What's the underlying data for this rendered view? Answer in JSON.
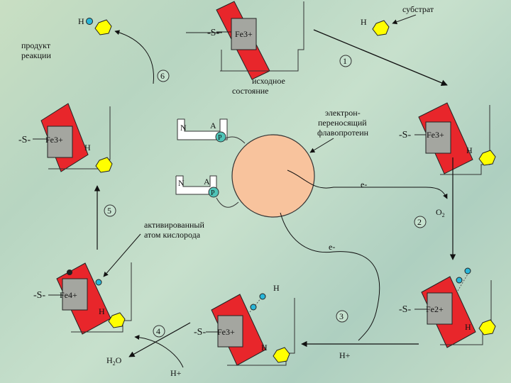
{
  "labels": {
    "substrate": "субстрат",
    "product_line1": "продукт",
    "product_line2": "реакции",
    "initial_line1": "исходное",
    "initial_line2": "состояние",
    "flavo_line1": "электрон-",
    "flavo_line2": "переносящий",
    "flavo_line3": "флавопротеин",
    "activated_line1": "активированный",
    "activated_line2": "атом кислорода",
    "electron": "e-",
    "oxygen": "O",
    "oxygen_sub": "2",
    "water": "H",
    "water_sub": "2",
    "water_tail": "O",
    "proton": "H+",
    "h": "H",
    "n": "N",
    "a": "A",
    "p": "P",
    "s": "-S-",
    "fe3": "Fe3+",
    "fe2": "Fe2+",
    "fe4": "Fe4+"
  },
  "steps": [
    "1",
    "2",
    "3",
    "4",
    "5",
    "6"
  ],
  "colors": {
    "heme_red": "#e8262b",
    "heme_gray": "#a4a6a0",
    "substrate_yellow": "#ffff00",
    "oxygen_cyan": "#29b6d8",
    "flavo_peach": "#f8c39d",
    "cofactor_teal": "#4fc4b8"
  }
}
